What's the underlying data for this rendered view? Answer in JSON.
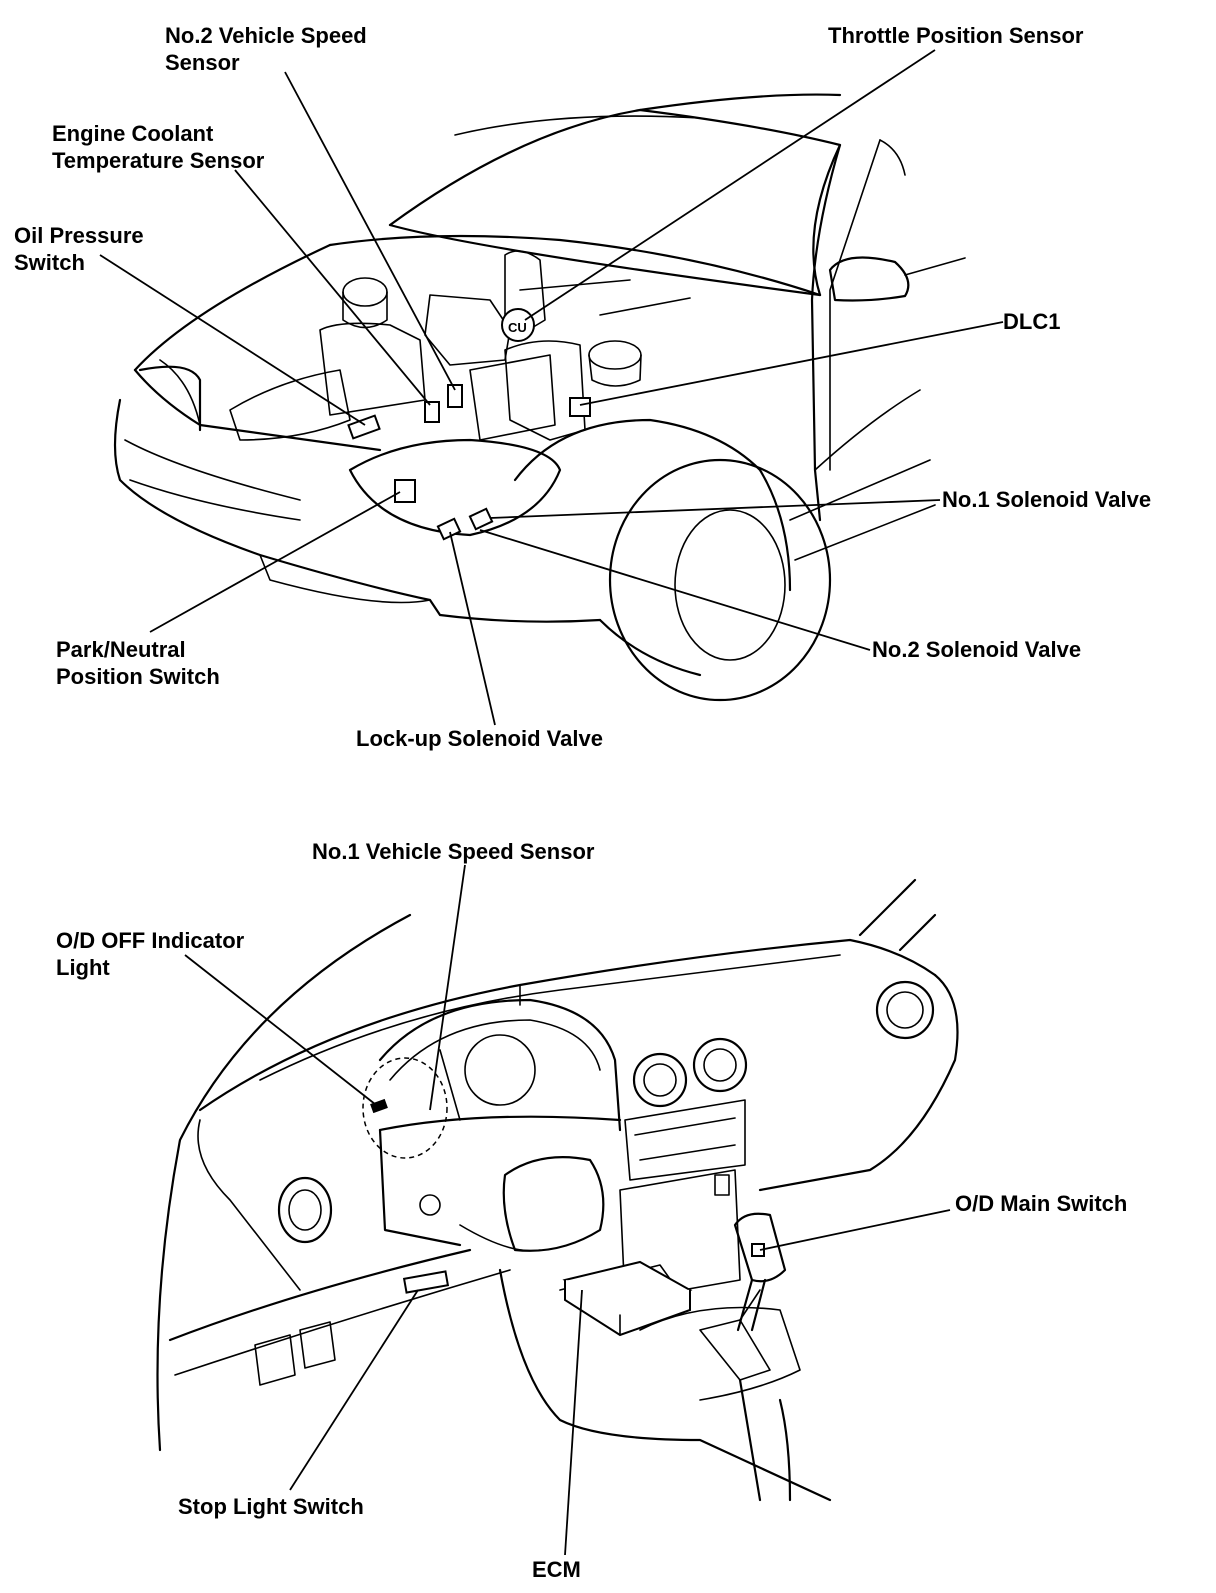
{
  "labels": {
    "no2_vehicle_speed_sensor": [
      "No.2 Vehicle Speed",
      "Sensor"
    ],
    "throttle_position_sensor": "Throttle Position Sensor",
    "engine_coolant_temp_sensor": [
      "Engine Coolant",
      "Temperature Sensor"
    ],
    "oil_pressure_switch": [
      "Oil Pressure",
      "Switch"
    ],
    "dlc1": "DLC1",
    "no1_solenoid_valve": "No.1 Solenoid Valve",
    "park_neutral_position_switch": [
      "Park/Neutral",
      "Position Switch"
    ],
    "no2_solenoid_valve": "No.2 Solenoid Valve",
    "lockup_solenoid_valve": "Lock-up Solenoid Valve",
    "no1_vehicle_speed_sensor": "No.1 Vehicle Speed Sensor",
    "od_off_indicator_light": [
      "O/D OFF Indicator",
      "Light"
    ],
    "od_main_switch": "O/D Main Switch",
    "stop_light_switch": "Stop Light Switch",
    "ecm": "ECM"
  },
  "component_marks": {
    "throttle_position_sensor_tag": "CU"
  },
  "colors": {
    "ink": "#000000",
    "paper": "#ffffff"
  }
}
